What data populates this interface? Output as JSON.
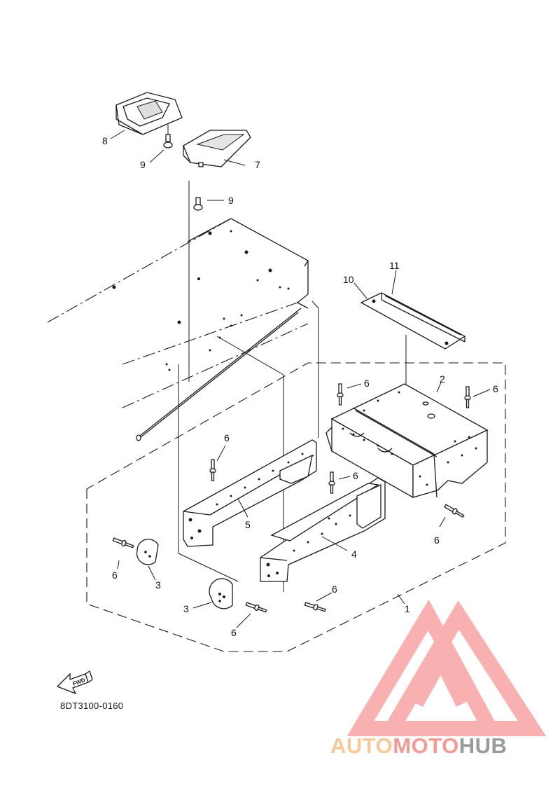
{
  "diagram": {
    "part_code": "8DT3100-0160",
    "fwd_label": "FWD",
    "callouts": [
      {
        "id": "c1",
        "label": "1"
      },
      {
        "id": "c2",
        "label": "2"
      },
      {
        "id": "c3a",
        "label": "3"
      },
      {
        "id": "c3b",
        "label": "3"
      },
      {
        "id": "c4",
        "label": "4"
      },
      {
        "id": "c5",
        "label": "5"
      },
      {
        "id": "c6a",
        "label": "6"
      },
      {
        "id": "c6b",
        "label": "6"
      },
      {
        "id": "c6c",
        "label": "6"
      },
      {
        "id": "c6d",
        "label": "6"
      },
      {
        "id": "c6e",
        "label": "6"
      },
      {
        "id": "c6f",
        "label": "6"
      },
      {
        "id": "c6g",
        "label": "6"
      },
      {
        "id": "c6h",
        "label": "6"
      },
      {
        "id": "c7",
        "label": "7"
      },
      {
        "id": "c8",
        "label": "8"
      },
      {
        "id": "c9a",
        "label": "9"
      },
      {
        "id": "c9b",
        "label": "9"
      },
      {
        "id": "c10",
        "label": "10"
      },
      {
        "id": "c11",
        "label": "11"
      }
    ]
  },
  "watermark": {
    "part1": "AUTO",
    "part2": "MOTO",
    "part3": "HUB",
    "color_auto": "#f6c89a",
    "color_moto": "#f59a92",
    "color_hub": "#9a9a9a",
    "logo_color": "#f59a9a"
  }
}
